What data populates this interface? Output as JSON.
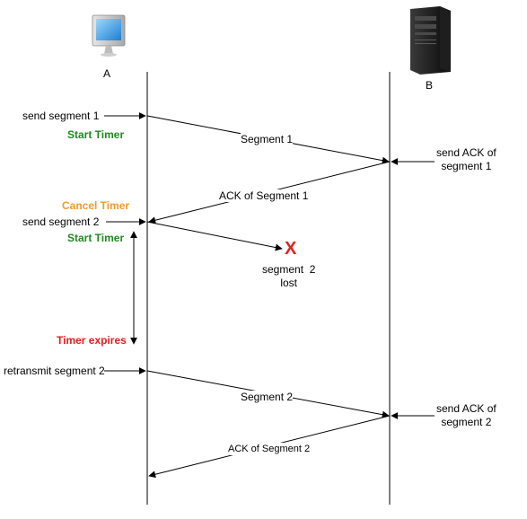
{
  "nodes": {
    "a_label": "A",
    "b_label": "B"
  },
  "events": {
    "send_segment_1": "send segment 1",
    "start_timer_1": "Start Timer",
    "send_ack_1": "send ACK of\nsegment 1",
    "cancel_timer": "Cancel Timer",
    "send_segment_2": "send segment 2",
    "start_timer_2": "Start Timer",
    "timer_expires": "Timer expires",
    "retransmit_segment_2": "retransmit segment 2",
    "send_ack_2": "send ACK of\nsegment 2"
  },
  "messages": {
    "segment_1": "Segment 1",
    "ack_segment_1": "ACK of Segment 1",
    "segment_2_lost": "segment  2\nlost",
    "segment_2": "Segment 2",
    "ack_segment_2": "ACK of Segment 2"
  },
  "loss_marker": "X",
  "icons": {
    "a": "computer-monitor-icon",
    "b": "server-tower-icon"
  },
  "colors": {
    "start_timer": "#1f8a1f",
    "cancel_timer": "#f39a2b",
    "timer_expires": "#e0201e",
    "loss_marker": "#e0201e",
    "line": "#000000"
  }
}
